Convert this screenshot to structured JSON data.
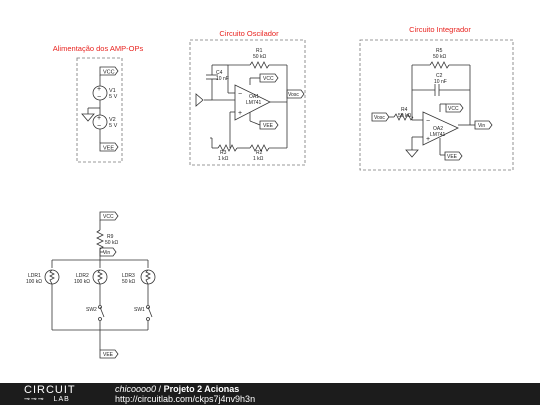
{
  "titles": {
    "supply": "Alimentação dos AMP-OPs",
    "oscillator": "Circuito Oscilador",
    "integrator": "Circuito Integrador"
  },
  "supply": {
    "vcc": "VCC",
    "vee": "VEE",
    "v1_name": "V1",
    "v1_value": "5 V",
    "v2_name": "V2",
    "v2_value": "5 V"
  },
  "oscillator": {
    "r1_name": "R1",
    "r1_value": "50 kΩ",
    "c4_name": "C4",
    "c4_value": "10 nF",
    "oa_name": "OA1",
    "oa_model": "LM741",
    "vcc": "VCC",
    "vee": "VEE",
    "out": "Vosc",
    "r3_name": "R3",
    "r3_value": "1 kΩ",
    "r2_name": "R2",
    "r2_value": "1 kΩ"
  },
  "integrator": {
    "r5_name": "R5",
    "r5_value": "50 kΩ",
    "c2_name": "C2",
    "c2_value": "10 nF",
    "r4_name": "R4",
    "r4_value": "50 kΩ",
    "in": "Vosc",
    "oa_name": "OA2",
    "oa_model": "LM741",
    "vcc": "VCC",
    "vee": "VEE",
    "out": "Vin"
  },
  "ldr_circuit": {
    "vcc": "VCC",
    "r9_name": "R9",
    "r9_value": "50 kΩ",
    "vin": "Vin",
    "ldr1_name": "LDR1",
    "ldr1_value": "100 kΩ",
    "ldr2_name": "LDR2",
    "ldr2_value": "100 kΩ",
    "ldr3_name": "LDR3",
    "ldr3_value": "50 kΩ",
    "sw2": "SW2",
    "sw1": "SW1",
    "vee": "VEE"
  },
  "footer": {
    "logo_top": "CIRCUIT",
    "logo_bottom": "LAB",
    "author": "chicoooo0",
    "separator": " / ",
    "project": "Projeto 2 Acionas",
    "url": "http://circuitlab.com/ckps7j4nv9h3n"
  },
  "colors": {
    "title_red": "#e8231f",
    "wire": "#333333",
    "dashed": "#777777",
    "footer_bg": "#1c1c1c"
  }
}
